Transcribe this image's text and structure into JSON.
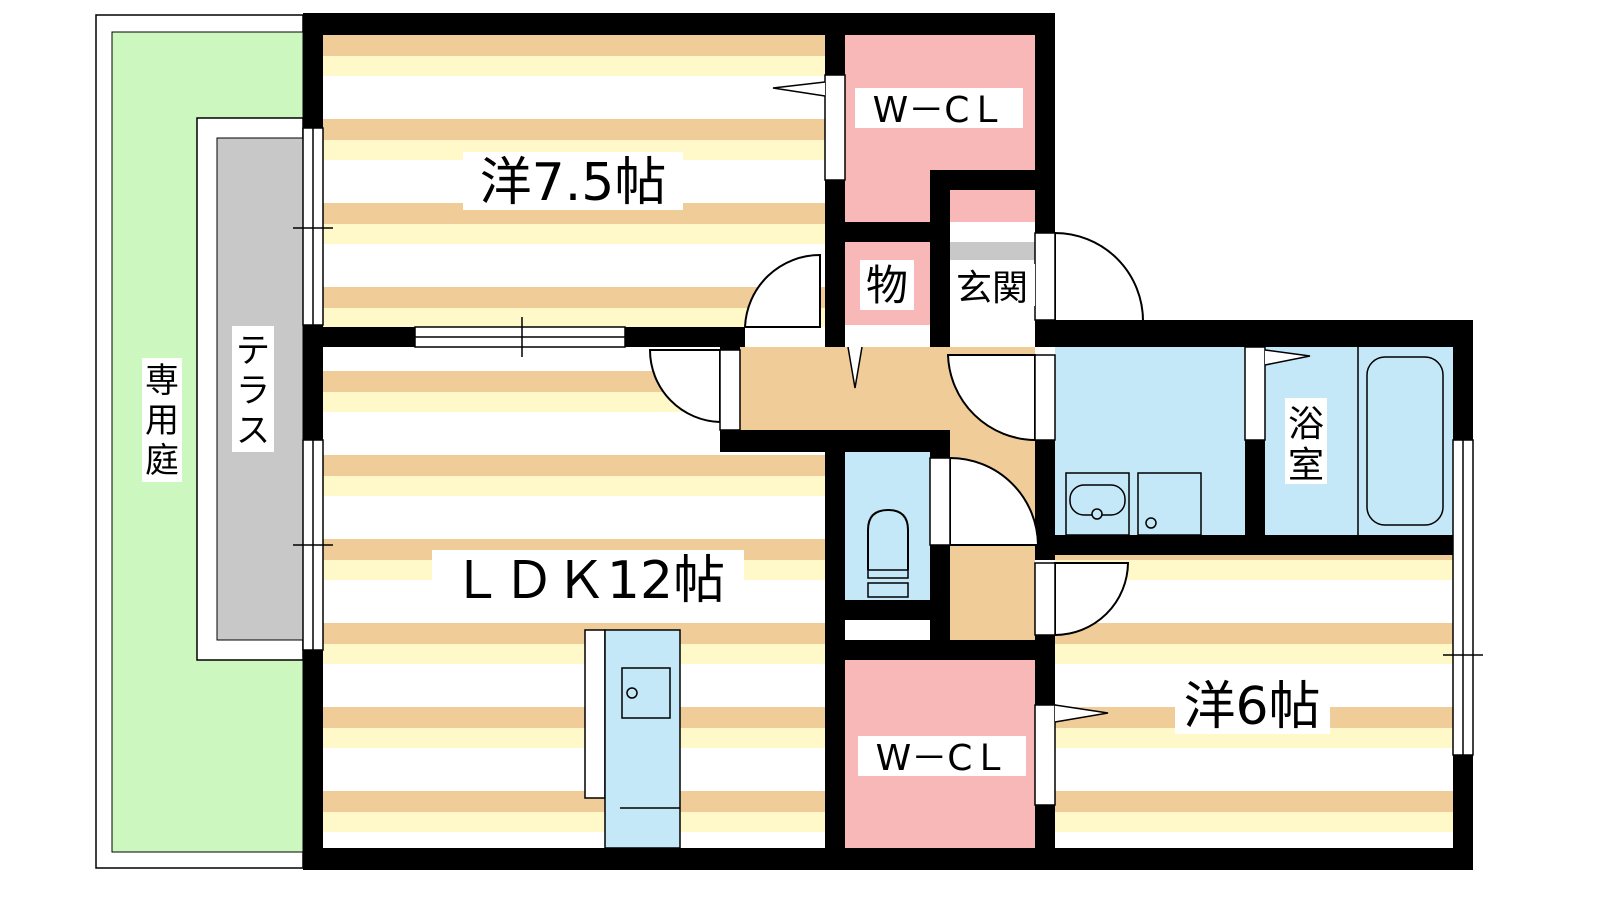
{
  "plan": {
    "rooms": {
      "bedroom1": "洋7.5帖",
      "ldk": "ＬＤＫ12帖",
      "bedroom2": "洋6帖",
      "wcl_top": "W－CＬ",
      "wcl_bottom": "W－CＬ",
      "storage": "物",
      "entrance": "玄関",
      "bath": [
        "浴",
        "室"
      ],
      "terrace": [
        "テ",
        "ラ",
        "ス"
      ],
      "garden": [
        "専",
        "用",
        "庭"
      ]
    },
    "colors": {
      "floor_tan": "#f0cc98",
      "floor_cream": "#fff8c8",
      "closet_pink": "#f8b8b8",
      "wet_blue": "#c4e8f8",
      "garden_green": "#ccf8c0",
      "terrace_gray": "#c8c8c8"
    }
  }
}
